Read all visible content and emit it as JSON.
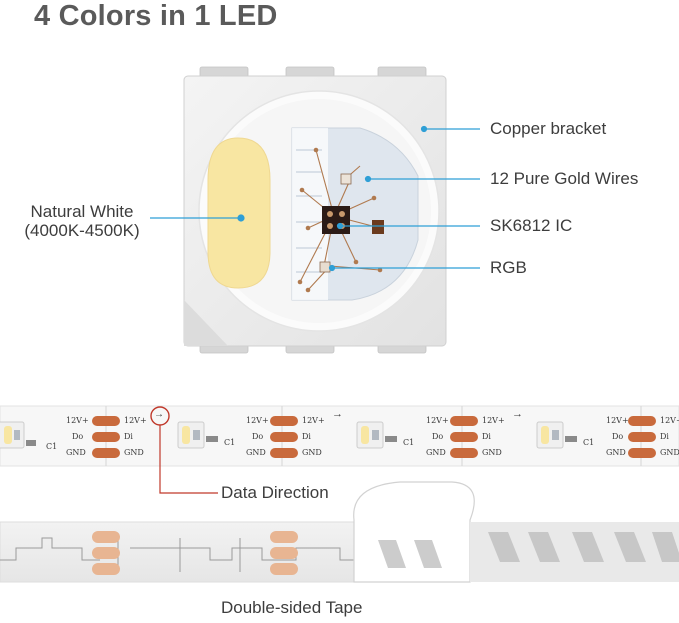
{
  "title": "4 Colors in 1 LED",
  "labels": {
    "natural_white_line1": "Natural White",
    "natural_white_line2": "(4000K-4500K)",
    "copper_bracket": "Copper bracket",
    "gold_wires": "12 Pure Gold Wires",
    "ic": "SK6812 IC",
    "rgb": "RGB",
    "data_direction": "Data Direction",
    "tape": "Double-sided Tape"
  },
  "strip": {
    "pad_12v": "12V+",
    "pad_do": "Do",
    "pad_di": "Di",
    "pad_gnd": "GND",
    "cap": "C1",
    "arrow": "→"
  },
  "colors": {
    "accent_blue": "#2f9fd6",
    "pad_copper": "#c96a3c",
    "warm_white": "#f8e6a2",
    "direction_red": "#c0392b"
  }
}
